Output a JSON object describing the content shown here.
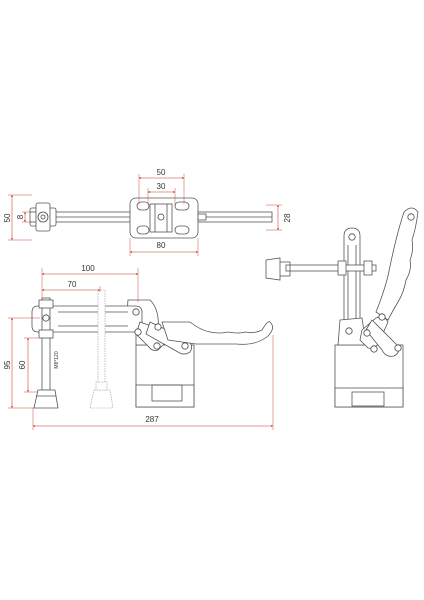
{
  "top_view": {
    "dim_overall_height": "50",
    "dim_pad_height": "8",
    "dim_hole_outer": "50",
    "dim_hole_inner": "30",
    "dim_base_width": "80",
    "dim_bar_width": "28"
  },
  "side_view": {
    "dim_reach_100": "100",
    "dim_reach_70": "70",
    "dim_height_95": "95",
    "dim_height_60": "60",
    "spindle_thread": "M8*120",
    "dim_total_length": "287"
  },
  "colors": {
    "dimension": "#c0392b",
    "outline": "#555555"
  }
}
